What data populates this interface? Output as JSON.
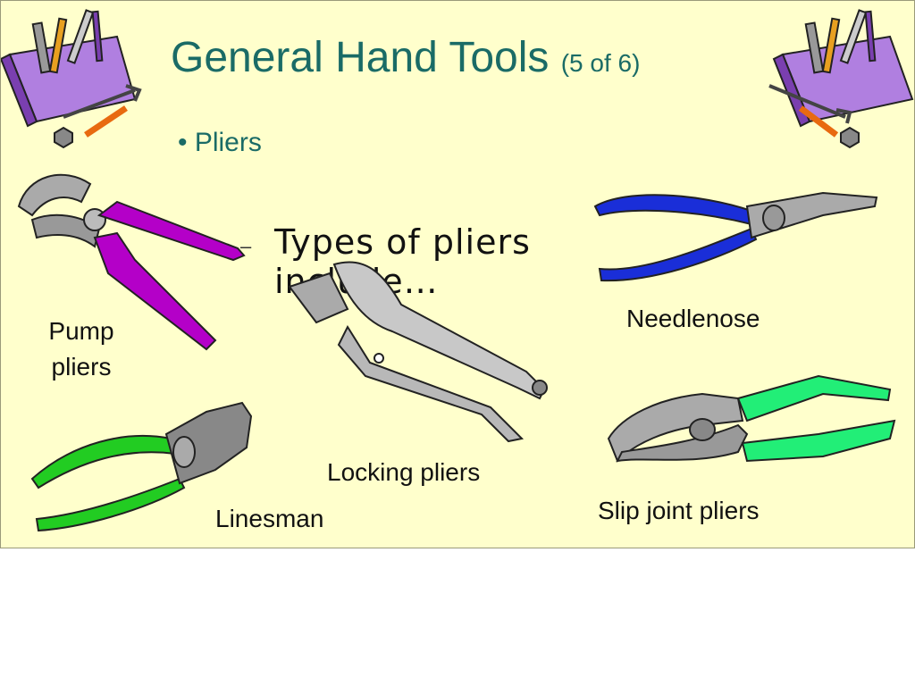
{
  "slide": {
    "title": "General Hand Tools",
    "title_suffix": "(5 of 6)",
    "bullet": "• Pliers",
    "sub_dash": "–",
    "sub_bullet": "Types of pliers include…"
  },
  "labels": {
    "pump": "Pump pliers",
    "needlenose": "Needlenose",
    "locking": "Locking pliers",
    "linesman": "Linesman",
    "slip_joint": "Slip joint pliers"
  },
  "colors": {
    "background": "#ffffcc",
    "title": "#1a6b66",
    "pump_handle": "#b400c8",
    "needlenose_handle": "#1a2ed8",
    "linesman_handle": "#22cc22",
    "slip_joint_handle": "#22ee77",
    "toolbox": "#a06ad8"
  },
  "icons": [
    "toolbox-icon",
    "toolbox-icon"
  ]
}
